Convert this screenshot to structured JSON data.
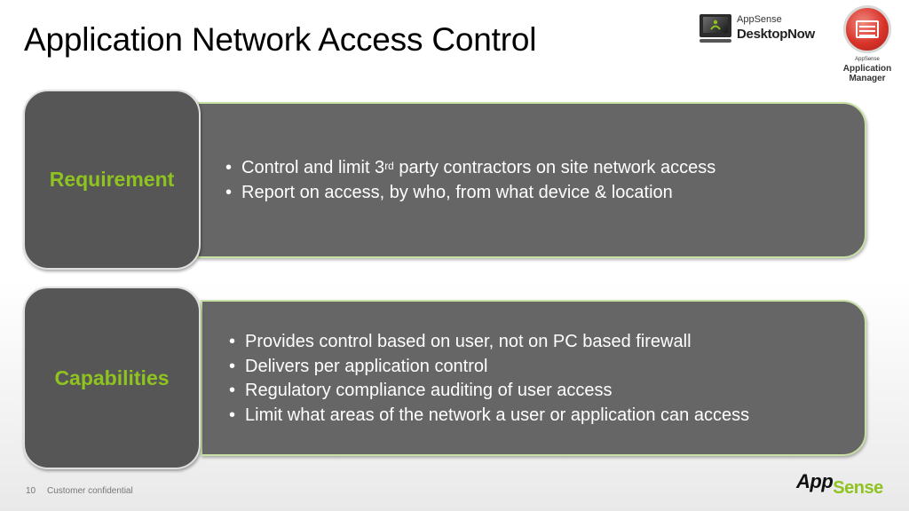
{
  "slide": {
    "title": "Application Network Access Control",
    "footer": {
      "page_number": "10",
      "confidential": "Customer confidential"
    }
  },
  "logos": {
    "desktopnow": {
      "small": "AppSense",
      "big": "DesktopNow"
    },
    "app_manager": {
      "small": "AppSense",
      "line1": "Application",
      "line2": "Manager"
    },
    "brand": {
      "app": "App",
      "sense": "Sense"
    }
  },
  "requirement": {
    "label": "Requirement",
    "bullets": [
      {
        "before": "Control and limit 3",
        "sup": "rd",
        "after": " party contractors on site network access"
      },
      {
        "text": "Report on access, by who, from what device & location"
      }
    ]
  },
  "capabilities": {
    "label": "Capabilities",
    "bullets": [
      "Provides control based on user, not on PC based firewall",
      "Delivers per application control",
      "Regulatory compliance auditing of user access",
      "Limit what areas of the network a user or application can access"
    ]
  },
  "colors": {
    "accent_green": "#8fc31f",
    "panel_dark": "#565656",
    "panel_content": "#666666"
  }
}
